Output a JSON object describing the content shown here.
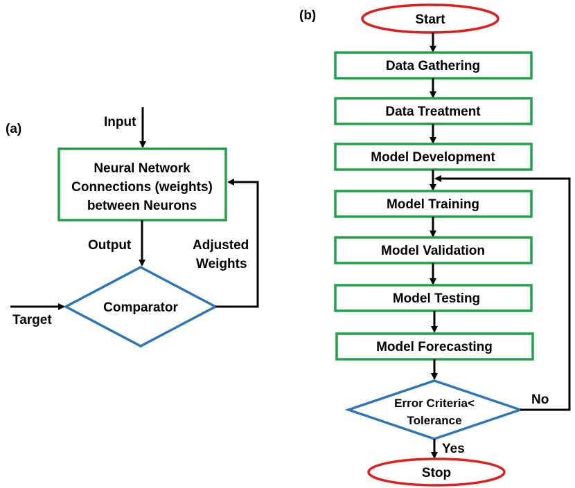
{
  "panel_a": {
    "label": "(a)",
    "input_label": "Input",
    "network_box_lines": [
      "Neural Network",
      "Connections (weights)",
      "between Neurons"
    ],
    "output_label": "Output",
    "adjusted_label_lines": [
      "Adjusted",
      "Weights"
    ],
    "comparator_label": "Comparator",
    "target_label": "Target"
  },
  "panel_b": {
    "label": "(b)",
    "start_label": "Start",
    "steps": [
      "Data Gathering",
      "Data Treatment",
      "Model Development",
      "Model Training",
      "Model Validation",
      "Model Testing",
      "Model Forecasting"
    ],
    "decision_lines": [
      "Error Criteria<",
      "Tolerance"
    ],
    "no_label": "No",
    "yes_label": "Yes",
    "stop_label": "Stop"
  },
  "colors": {
    "box_border": "#1fa34a",
    "diamond_border": "#2e75b6",
    "terminal_border": "#e01e1e"
  }
}
